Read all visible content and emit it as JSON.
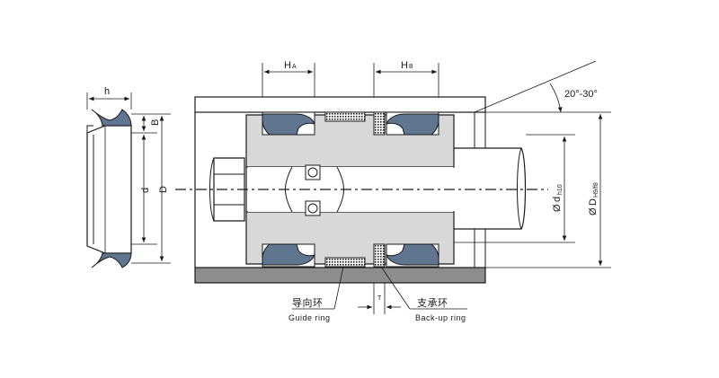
{
  "diagram": {
    "left_section": {
      "dim_h": "h",
      "dim_b": "B",
      "dim_d": "d",
      "dim_D": "D"
    },
    "assembly": {
      "dim_ha_main": "H",
      "dim_ha_sub": "A",
      "dim_hb_main": "H",
      "dim_hb_sub": "B",
      "dim_t": "T",
      "angle": "20°-30°",
      "rod_diam_symbol": "Ø",
      "rod_diam_main": "d",
      "rod_diam_sub": "h10",
      "bore_diam_symbol": "Ø",
      "bore_diam_main": "D",
      "bore_diam_sub": "H9/f8"
    },
    "labels": {
      "guide_ring_cn": "导向环",
      "guide_ring_en": "Guide ring",
      "backup_ring_cn": "支承环",
      "backup_ring_en": "Back-up ring"
    },
    "colors": {
      "seal": "#5f7590",
      "piston": "#d8d8d8",
      "cylinder_base": "#8d8d8d",
      "line": "#1a1a1a"
    }
  }
}
